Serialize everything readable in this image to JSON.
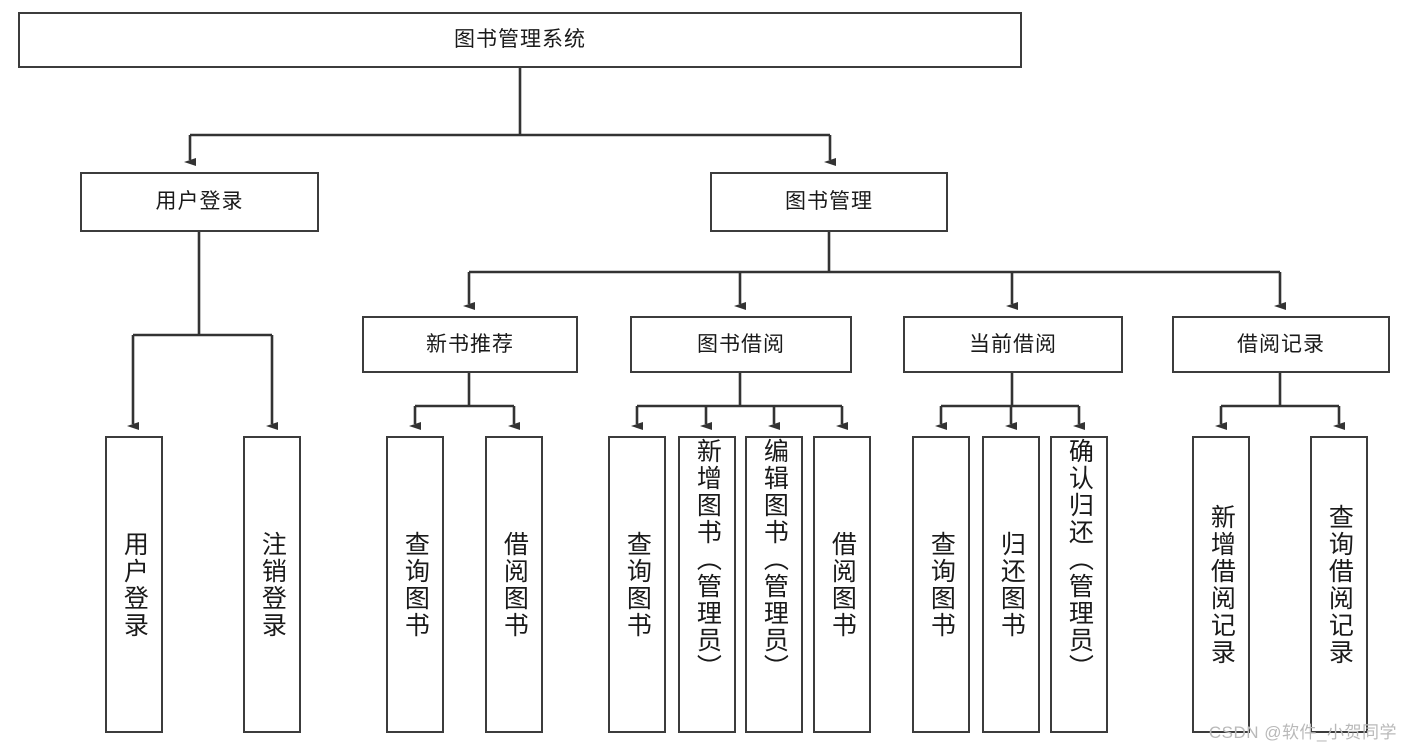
{
  "diagram": {
    "title": "图书管理系统",
    "type": "tree-hierarchy",
    "root": {
      "id": "root",
      "label": "图书管理系统"
    },
    "level2": [
      {
        "id": "user-login",
        "label": "用户登录"
      },
      {
        "id": "book-manage",
        "label": "图书管理"
      }
    ],
    "level3": [
      {
        "id": "new-book-rec",
        "label": "新书推荐"
      },
      {
        "id": "book-borrow",
        "label": "图书借阅"
      },
      {
        "id": "current-borrow",
        "label": "当前借阅"
      },
      {
        "id": "borrow-record",
        "label": "借阅记录"
      }
    ],
    "leaves": {
      "user_login": [
        {
          "id": "leaf-user-login",
          "label": "用户登录"
        },
        {
          "id": "leaf-logout",
          "label": "注销登录"
        }
      ],
      "new_book_rec": [
        {
          "id": "leaf-query-book-1",
          "label": "查询图书"
        },
        {
          "id": "leaf-borrow-book-1",
          "label": "借阅图书"
        }
      ],
      "book_borrow": [
        {
          "id": "leaf-query-book-2",
          "label": "查询图书"
        },
        {
          "id": "leaf-add-book",
          "label": "新增图书（管理员）"
        },
        {
          "id": "leaf-edit-book",
          "label": "编辑图书（管理员）"
        },
        {
          "id": "leaf-borrow-book-2",
          "label": "借阅图书"
        }
      ],
      "current_borrow": [
        {
          "id": "leaf-query-book-3",
          "label": "查询图书"
        },
        {
          "id": "leaf-return-book",
          "label": "归还图书"
        },
        {
          "id": "leaf-confirm-return",
          "label": "确认归还（管理员）"
        }
      ],
      "borrow_record": [
        {
          "id": "leaf-add-record",
          "label": "新增借阅记录"
        },
        {
          "id": "leaf-query-record",
          "label": "查询借阅记录"
        }
      ]
    }
  },
  "watermark": {
    "text": "CSDN @软件_小贺同学"
  },
  "colors": {
    "box_border": "#3c3c3c",
    "box_fill": "#ffffff",
    "connector": "#333333",
    "text": "#1a1a1a",
    "watermark": "#b9b9b9",
    "background": "#ffffff"
  }
}
